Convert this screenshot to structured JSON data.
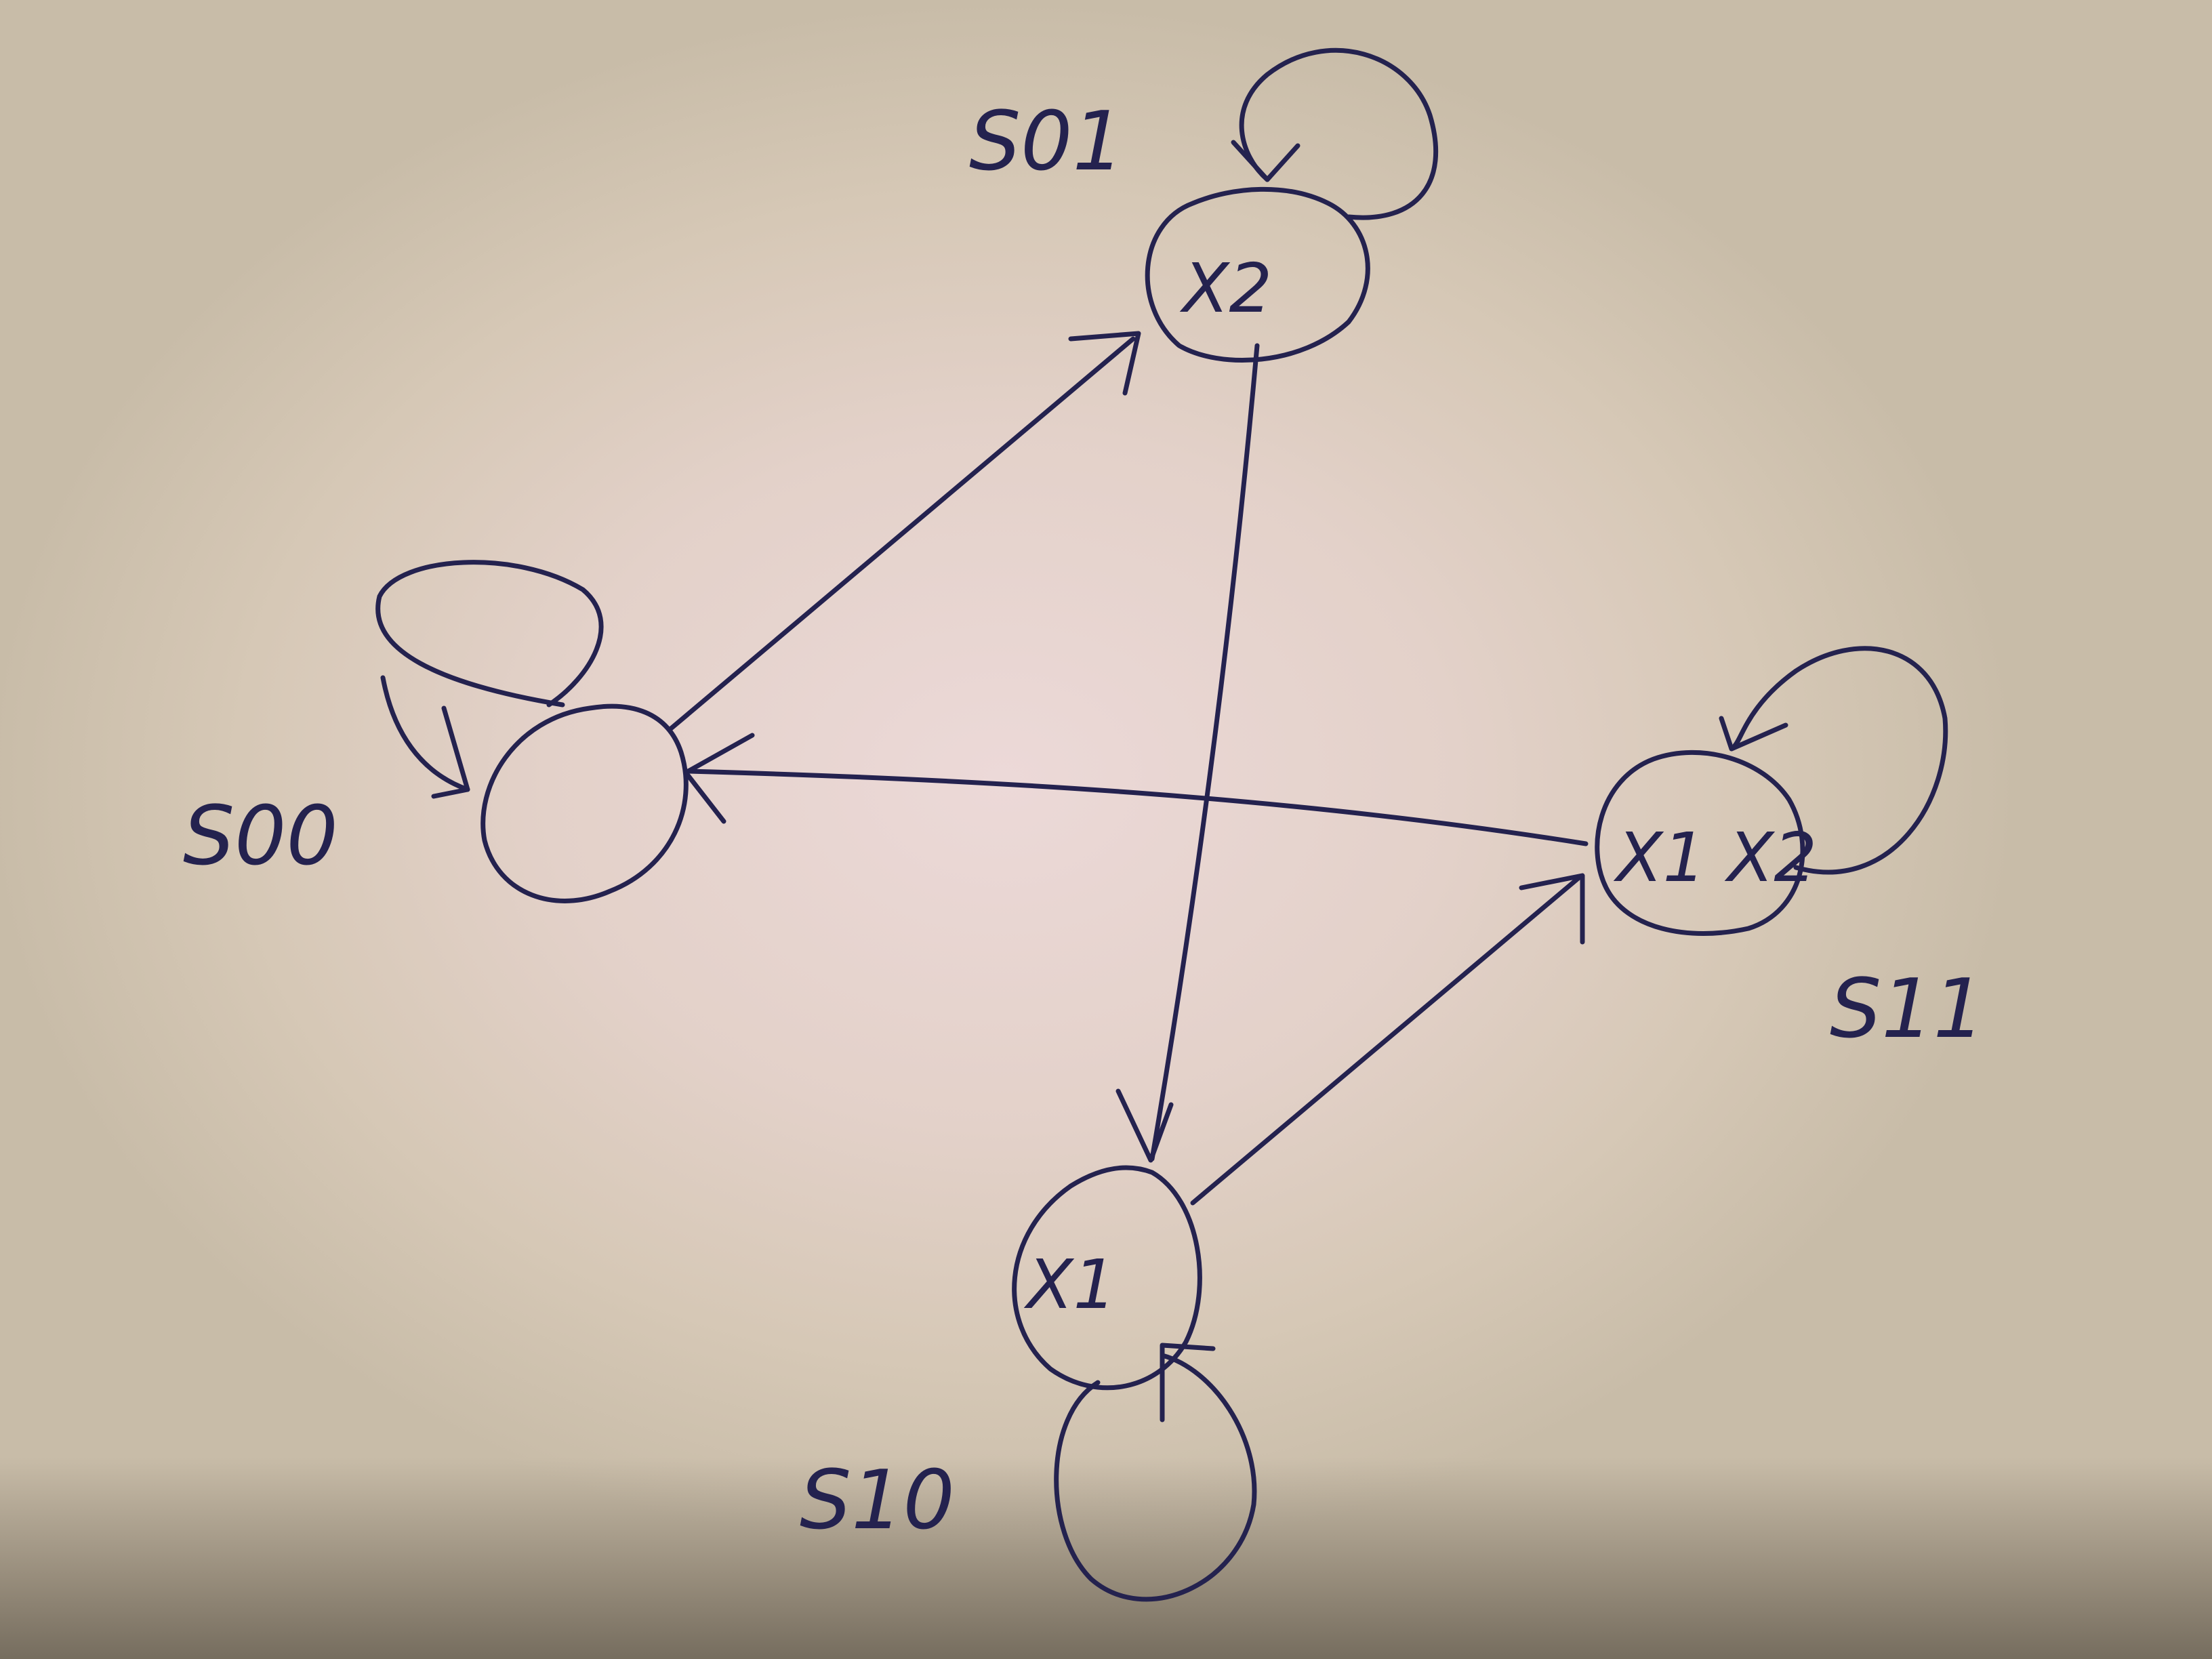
{
  "diagram": {
    "states": [
      {
        "id": "s00",
        "label": "S00",
        "content": ""
      },
      {
        "id": "s01",
        "label": "S01",
        "content": "X2"
      },
      {
        "id": "s10",
        "label": "S10",
        "content": "X1"
      },
      {
        "id": "s11",
        "label": "S11",
        "content": "X1 X2"
      }
    ],
    "transitions": [
      {
        "from": "s00",
        "to": "s00"
      },
      {
        "from": "s01",
        "to": "s01"
      },
      {
        "from": "s10",
        "to": "s10"
      },
      {
        "from": "s11",
        "to": "s11"
      },
      {
        "from": "s00",
        "to": "s01"
      },
      {
        "from": "s01",
        "to": "s10"
      },
      {
        "from": "s10",
        "to": "s11"
      },
      {
        "from": "s11",
        "to": "s00"
      }
    ],
    "ink_color": "#24224f"
  }
}
